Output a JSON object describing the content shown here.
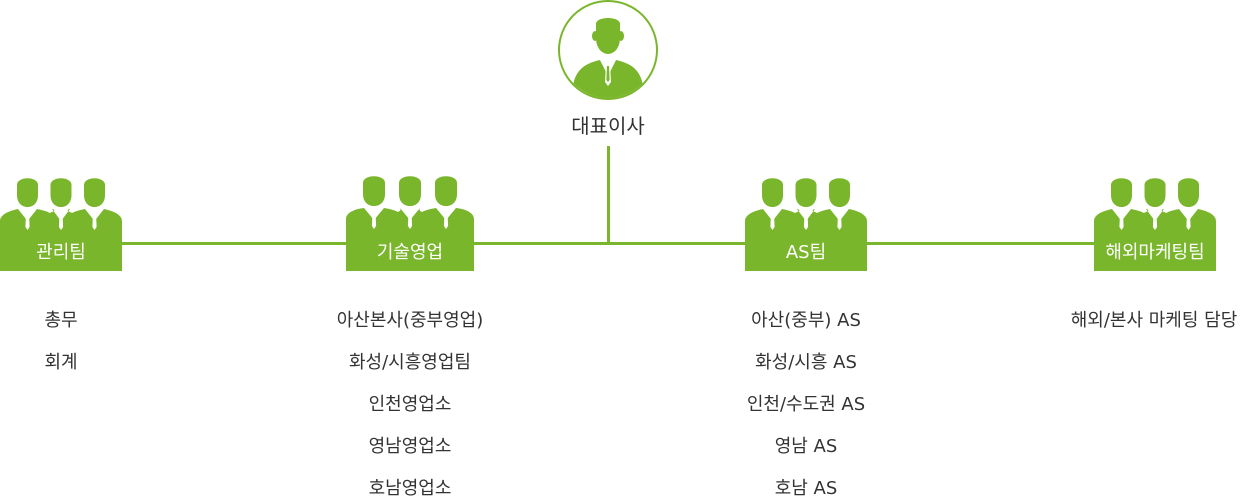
{
  "colors": {
    "accent": "#7ab62c",
    "text": "#333333"
  },
  "ceo": {
    "title": "대표이사",
    "icon": "person-icon"
  },
  "departments": [
    {
      "name": "관리팀",
      "icon": "team-icon",
      "items": [
        "총무",
        "회계"
      ]
    },
    {
      "name": "기술영업",
      "icon": "team-icon",
      "items": [
        "아산본사(중부영업)",
        "화성/시흥영업팀",
        "인천영업소",
        "영남영업소",
        "호남영업소"
      ]
    },
    {
      "name": "AS팀",
      "icon": "team-icon",
      "items": [
        "아산(중부) AS",
        "화성/시흥 AS",
        "인천/수도권 AS",
        "영남 AS",
        "호남 AS"
      ]
    },
    {
      "name": "해외마케팅팀",
      "icon": "team-icon",
      "items": [
        "해외/본사 마케팅 담당"
      ]
    }
  ]
}
